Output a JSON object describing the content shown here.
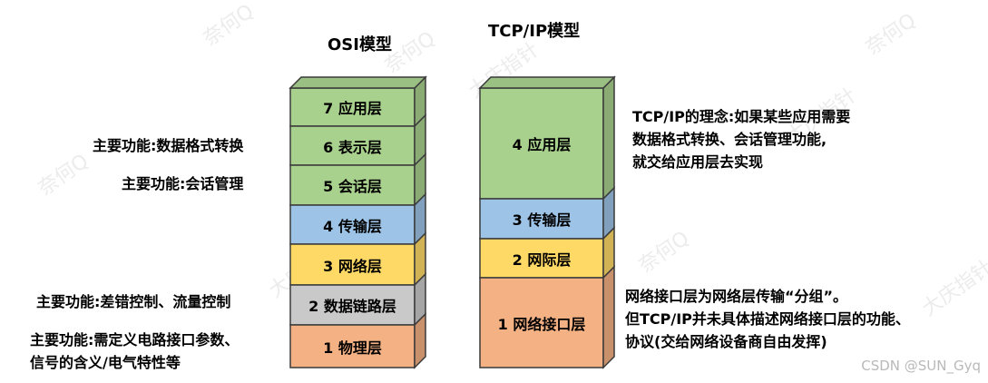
{
  "osi": {
    "title": "OSI模型",
    "layers": [
      {
        "label": "7  应用层",
        "color": "#a9d18e"
      },
      {
        "label": "6  表示层",
        "color": "#a9d18e"
      },
      {
        "label": "5  会话层",
        "color": "#a9d18e"
      },
      {
        "label": "4  传输层",
        "color": "#9dc3e6"
      },
      {
        "label": "3  网络层",
        "color": "#ffd966"
      },
      {
        "label": "2 数据链路层",
        "color": "#c9c9c9"
      },
      {
        "label": "1  物理层",
        "color": "#f4b183"
      }
    ],
    "notes": {
      "presentation": "主要功能:数据格式转换",
      "session": "主要功能:会话管理",
      "datalink": "主要功能:差错控制、流量控制",
      "physical_line1": "主要功能:需定义电路接口参数、",
      "physical_line2": "信号的含义/电气特性等"
    }
  },
  "tcpip": {
    "title": "TCP/IP模型",
    "layers": [
      {
        "label": "4 应用层",
        "color": "#a9d18e"
      },
      {
        "label": "3  传输层",
        "color": "#9dc3e6"
      },
      {
        "label": "2  网际层",
        "color": "#ffd966"
      },
      {
        "label": "1 网络接口层",
        "color": "#f4b183"
      }
    ],
    "notes": {
      "application_line1": "TCP/IP的理念:如果某些应用需要",
      "application_line2": "数据格式转换、会话管理功能,",
      "application_line3": "就交给应用层去实现",
      "interface_line1": "网络接口层为网络层传输“分组”。",
      "interface_line2": "但TCP/IP并未具体描述网络接口层的功能、",
      "interface_line3": "协议(交给网络设备商自由发挥)"
    }
  },
  "watermark_text": "奈何Q",
  "watermark_text2": "大庆指针",
  "credit": "CSDN @SUN_Gyq"
}
